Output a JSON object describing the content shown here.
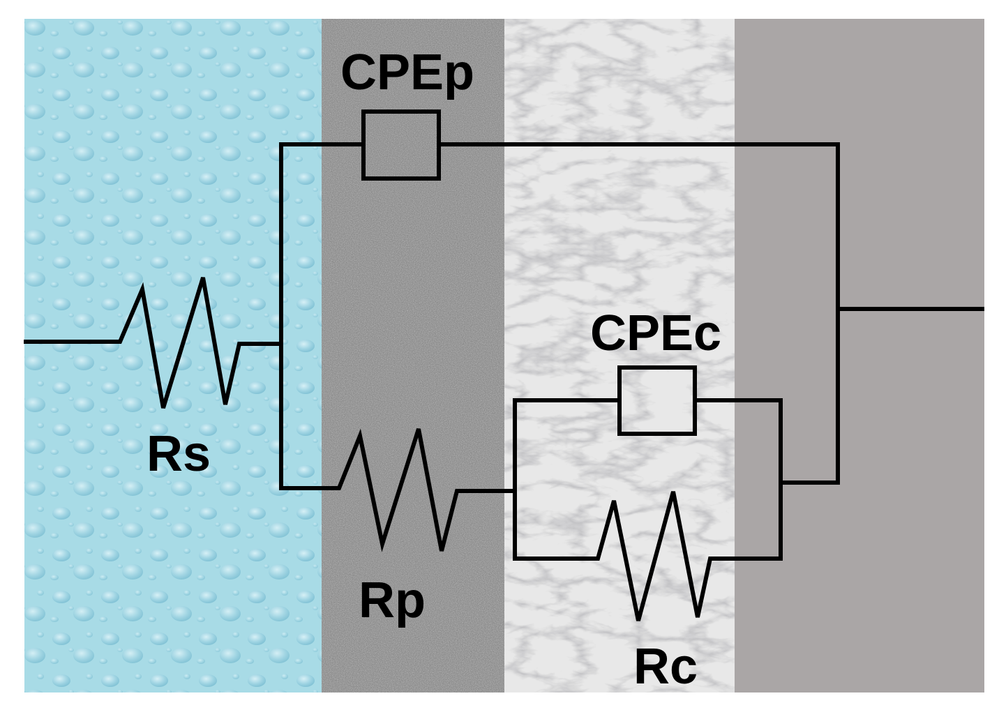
{
  "colors": {
    "solution": "#a8dbe6",
    "solution_drop": "#7ec2d6",
    "porous_layer": "#8c8c8c",
    "compact_layer": "#e8e8e8",
    "metal": "#aaa6a6",
    "line": "#000000"
  },
  "labels": {
    "rs": "Rs",
    "rp": "Rp",
    "rc": "Rc",
    "cpe_p": "CPEp",
    "cpe_c": "CPEc"
  }
}
